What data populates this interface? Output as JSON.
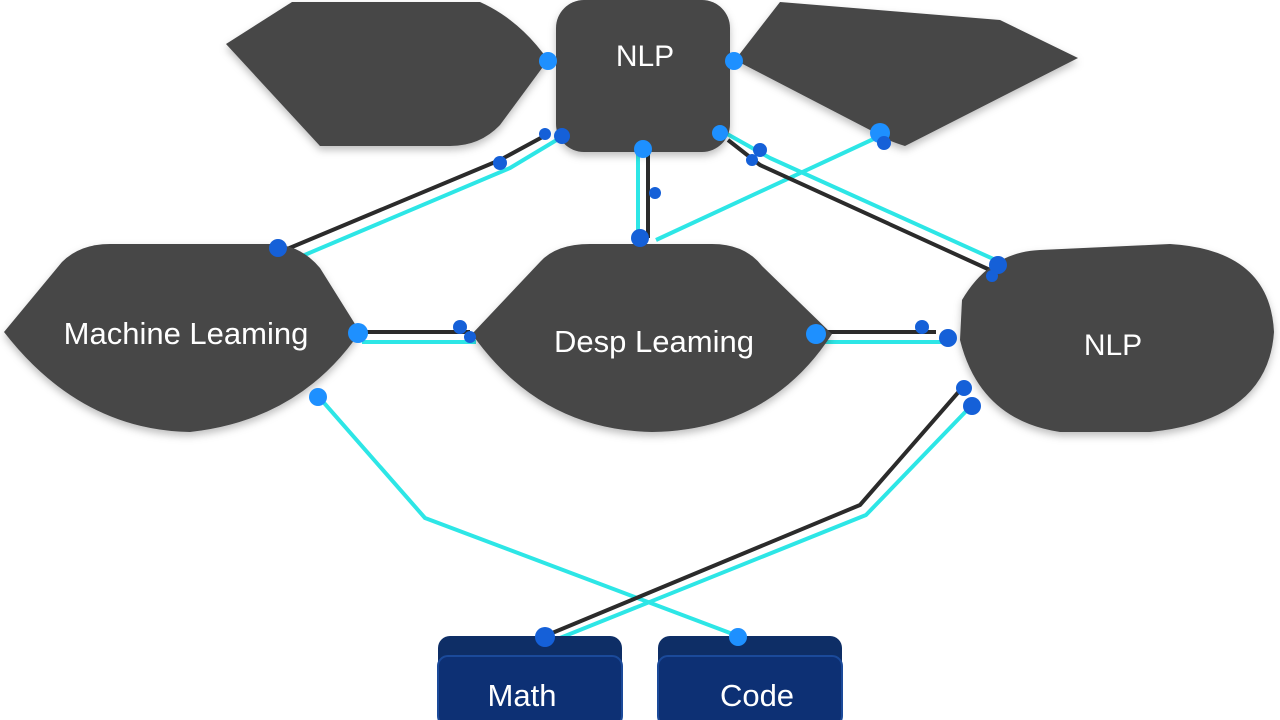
{
  "nodes": {
    "nlp_top": {
      "label": "NLP"
    },
    "machine_learning": {
      "label": "Machine Leaming"
    },
    "deep_learning": {
      "label": "Desp Leaming"
    },
    "nlp_right": {
      "label": "NLP"
    },
    "math": {
      "label": "Math"
    },
    "code": {
      "label": "Code"
    }
  },
  "colors": {
    "node": "#464647",
    "leaf": "#0d3074",
    "edge_dark": "#2b2b2b",
    "edge_cyan": "#2de6e6",
    "port": "#1e90ff"
  }
}
